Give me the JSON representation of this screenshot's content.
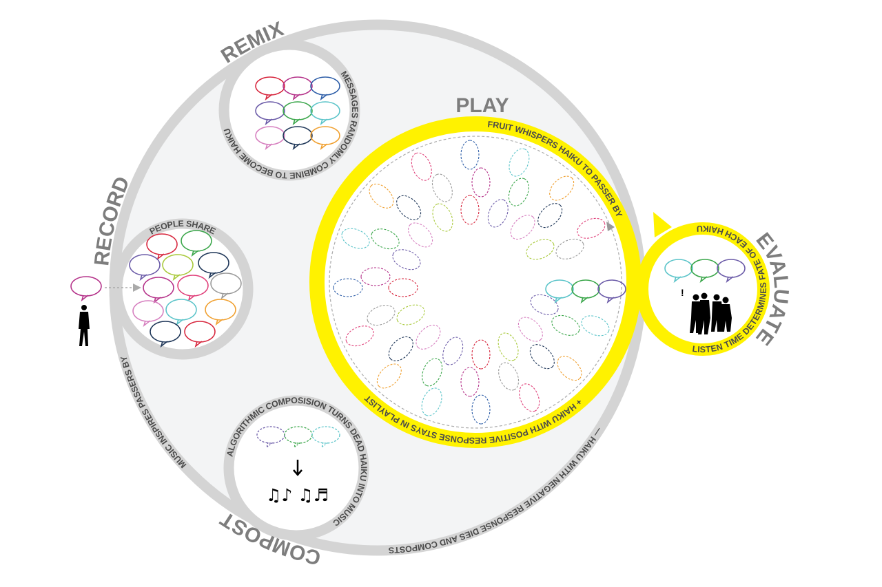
{
  "stages": {
    "remix": "REMIX",
    "play": "PLAY",
    "record": "RECORD",
    "compost": "COMPOST",
    "evaluate": "EVALUATE"
  },
  "captions": {
    "remix": "MESSAGES RANDOMLY COMBINE TO BECOME HAIKU",
    "record": "PEOPLE SHARE",
    "compost": "ALGORITHMIC COMPOSISION TURNS DEAD HAIKU INTO MUSIC",
    "music": "MUSIC INSPIRES PASSERS BY",
    "play": "FRUIT WHISPERS HAIKU TO PASSER BY",
    "positive": "+ HAIKU WITH POSITIVE RESPONSE STAYS IN PLAYLIST",
    "negative": "— HAIKU WITH NEGATIVE RESPONSE DIES AND COMPOSTS",
    "evaluate": "LISTEN TIME DETERMINES FATE OF EACH HAIKU"
  },
  "evaluate_mark": "!",
  "colors": {
    "ring_grey": "#d4d4d4",
    "ring_fill": "#f3f4f5",
    "yellow": "#fff200",
    "bubbles": [
      "#d7263d",
      "#b5338a",
      "#2e5ea8",
      "#6b5ba8",
      "#3aa64a",
      "#5bc4c9",
      "#d67fbf",
      "#1d3557",
      "#f0a030",
      "#a8c93a",
      "#9a9a9a",
      "#e0407a"
    ]
  },
  "icons": [
    "person-icon",
    "people-group-icon",
    "speech-bubble-icon",
    "music-notes-icon",
    "down-arrow-icon",
    "arrow-icon"
  ]
}
